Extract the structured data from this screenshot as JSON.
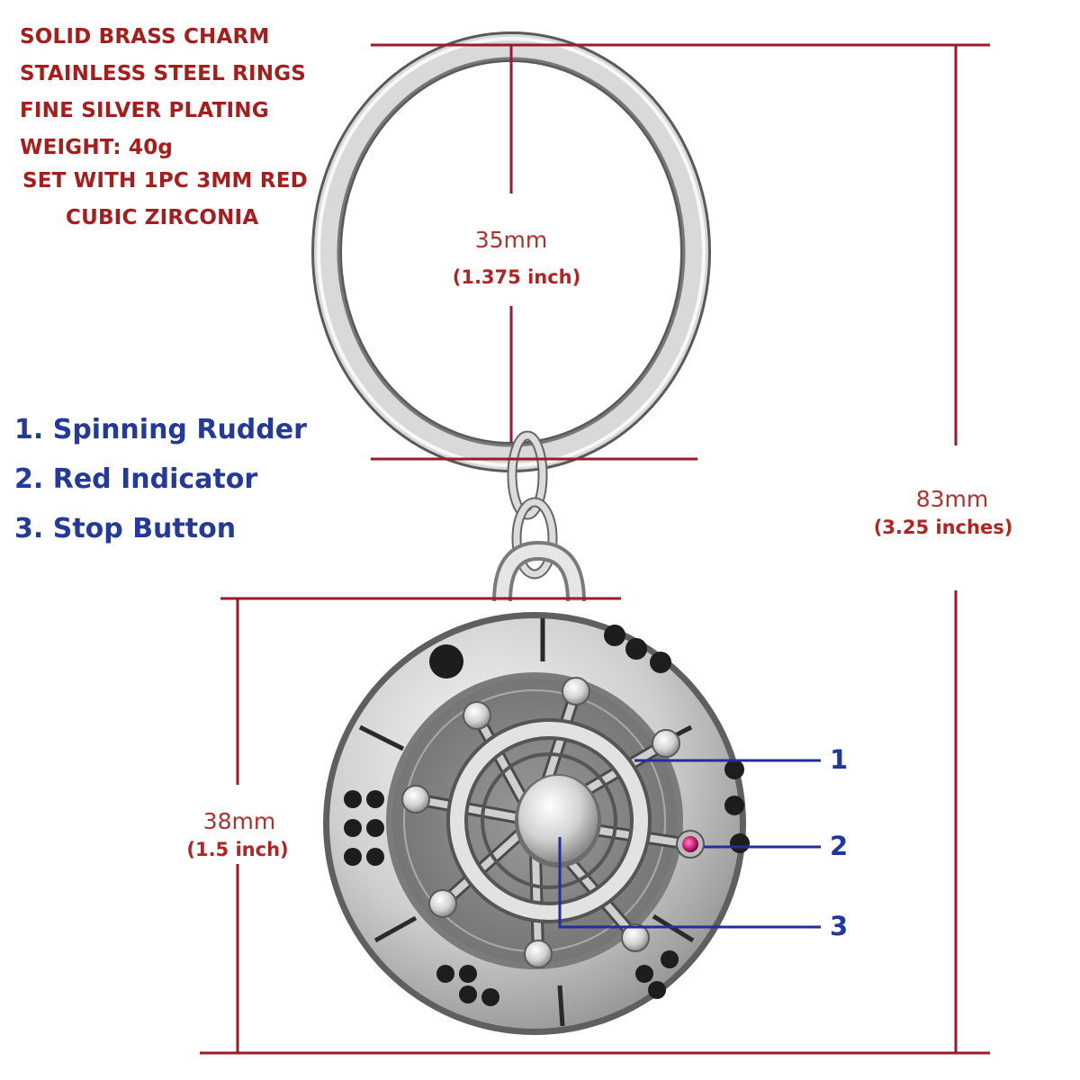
{
  "specs": [
    "SOLID BRASS CHARM",
    "STAINLESS STEEL RINGS",
    "FINE SILVER PLATING",
    "WEIGHT: 40g",
    "SET WITH 1PC  3MM RED",
    "CUBIC ZIRCONIA"
  ],
  "features": [
    "1. Spinning Rudder",
    "2. Red Indicator",
    "3. Stop Button"
  ],
  "dimensions": {
    "ring": {
      "mm": "35mm",
      "inch": "(1.375 inch)"
    },
    "total": {
      "mm": "83mm",
      "inch": "(3.25 inches)"
    },
    "charm": {
      "mm": "38mm",
      "inch": "(1.5 inch)"
    }
  },
  "callouts": [
    "1",
    "2",
    "3"
  ],
  "colors": {
    "spec_text": "#a81c1c",
    "feature_text": "#233a9a",
    "dimension_line": "#9c1b2a",
    "callout_line": "#1f2f9c",
    "gem": "#c2186b"
  }
}
